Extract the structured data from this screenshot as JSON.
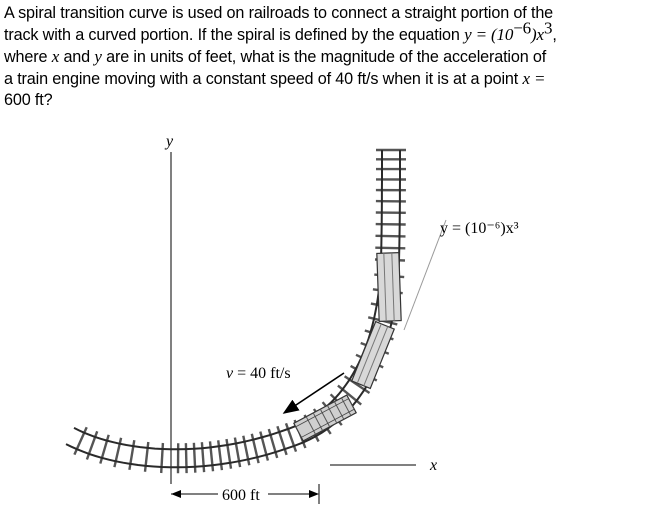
{
  "problem": {
    "line1": "A spiral transition curve is used on railroads to connect a straight portion of the",
    "line2_a": "track with a curved portion.  If the spiral is defined by the equation ",
    "line2_eq": "y = (10",
    "line2_exp": "−6",
    "line2_eq_end": ")x",
    "line2_pow": "3",
    "line2_tail": ",",
    "line3_a": "where ",
    "line3_x": "x",
    "line3_b": " and ",
    "line3_y": "y",
    "line3_c": " are in units of feet, what is the magnitude of the acceleration of",
    "line4_a": "a train engine moving with a constant speed of 40 ft/s when it is at a point ",
    "line4_eq": "x =",
    "line5": "600 ft?"
  },
  "figure": {
    "y_axis_label": "y",
    "x_axis_label": "x",
    "curve_label": "y = (10⁻⁶)x³",
    "velocity_label": "v = 40 ft/s",
    "distance_label": "600 ft"
  },
  "colors": {
    "text": "#000000",
    "rail": "#2a2a2a",
    "tie": "#555555",
    "car_fill": "#d8d8d8",
    "guide": "#9a9a9a"
  }
}
